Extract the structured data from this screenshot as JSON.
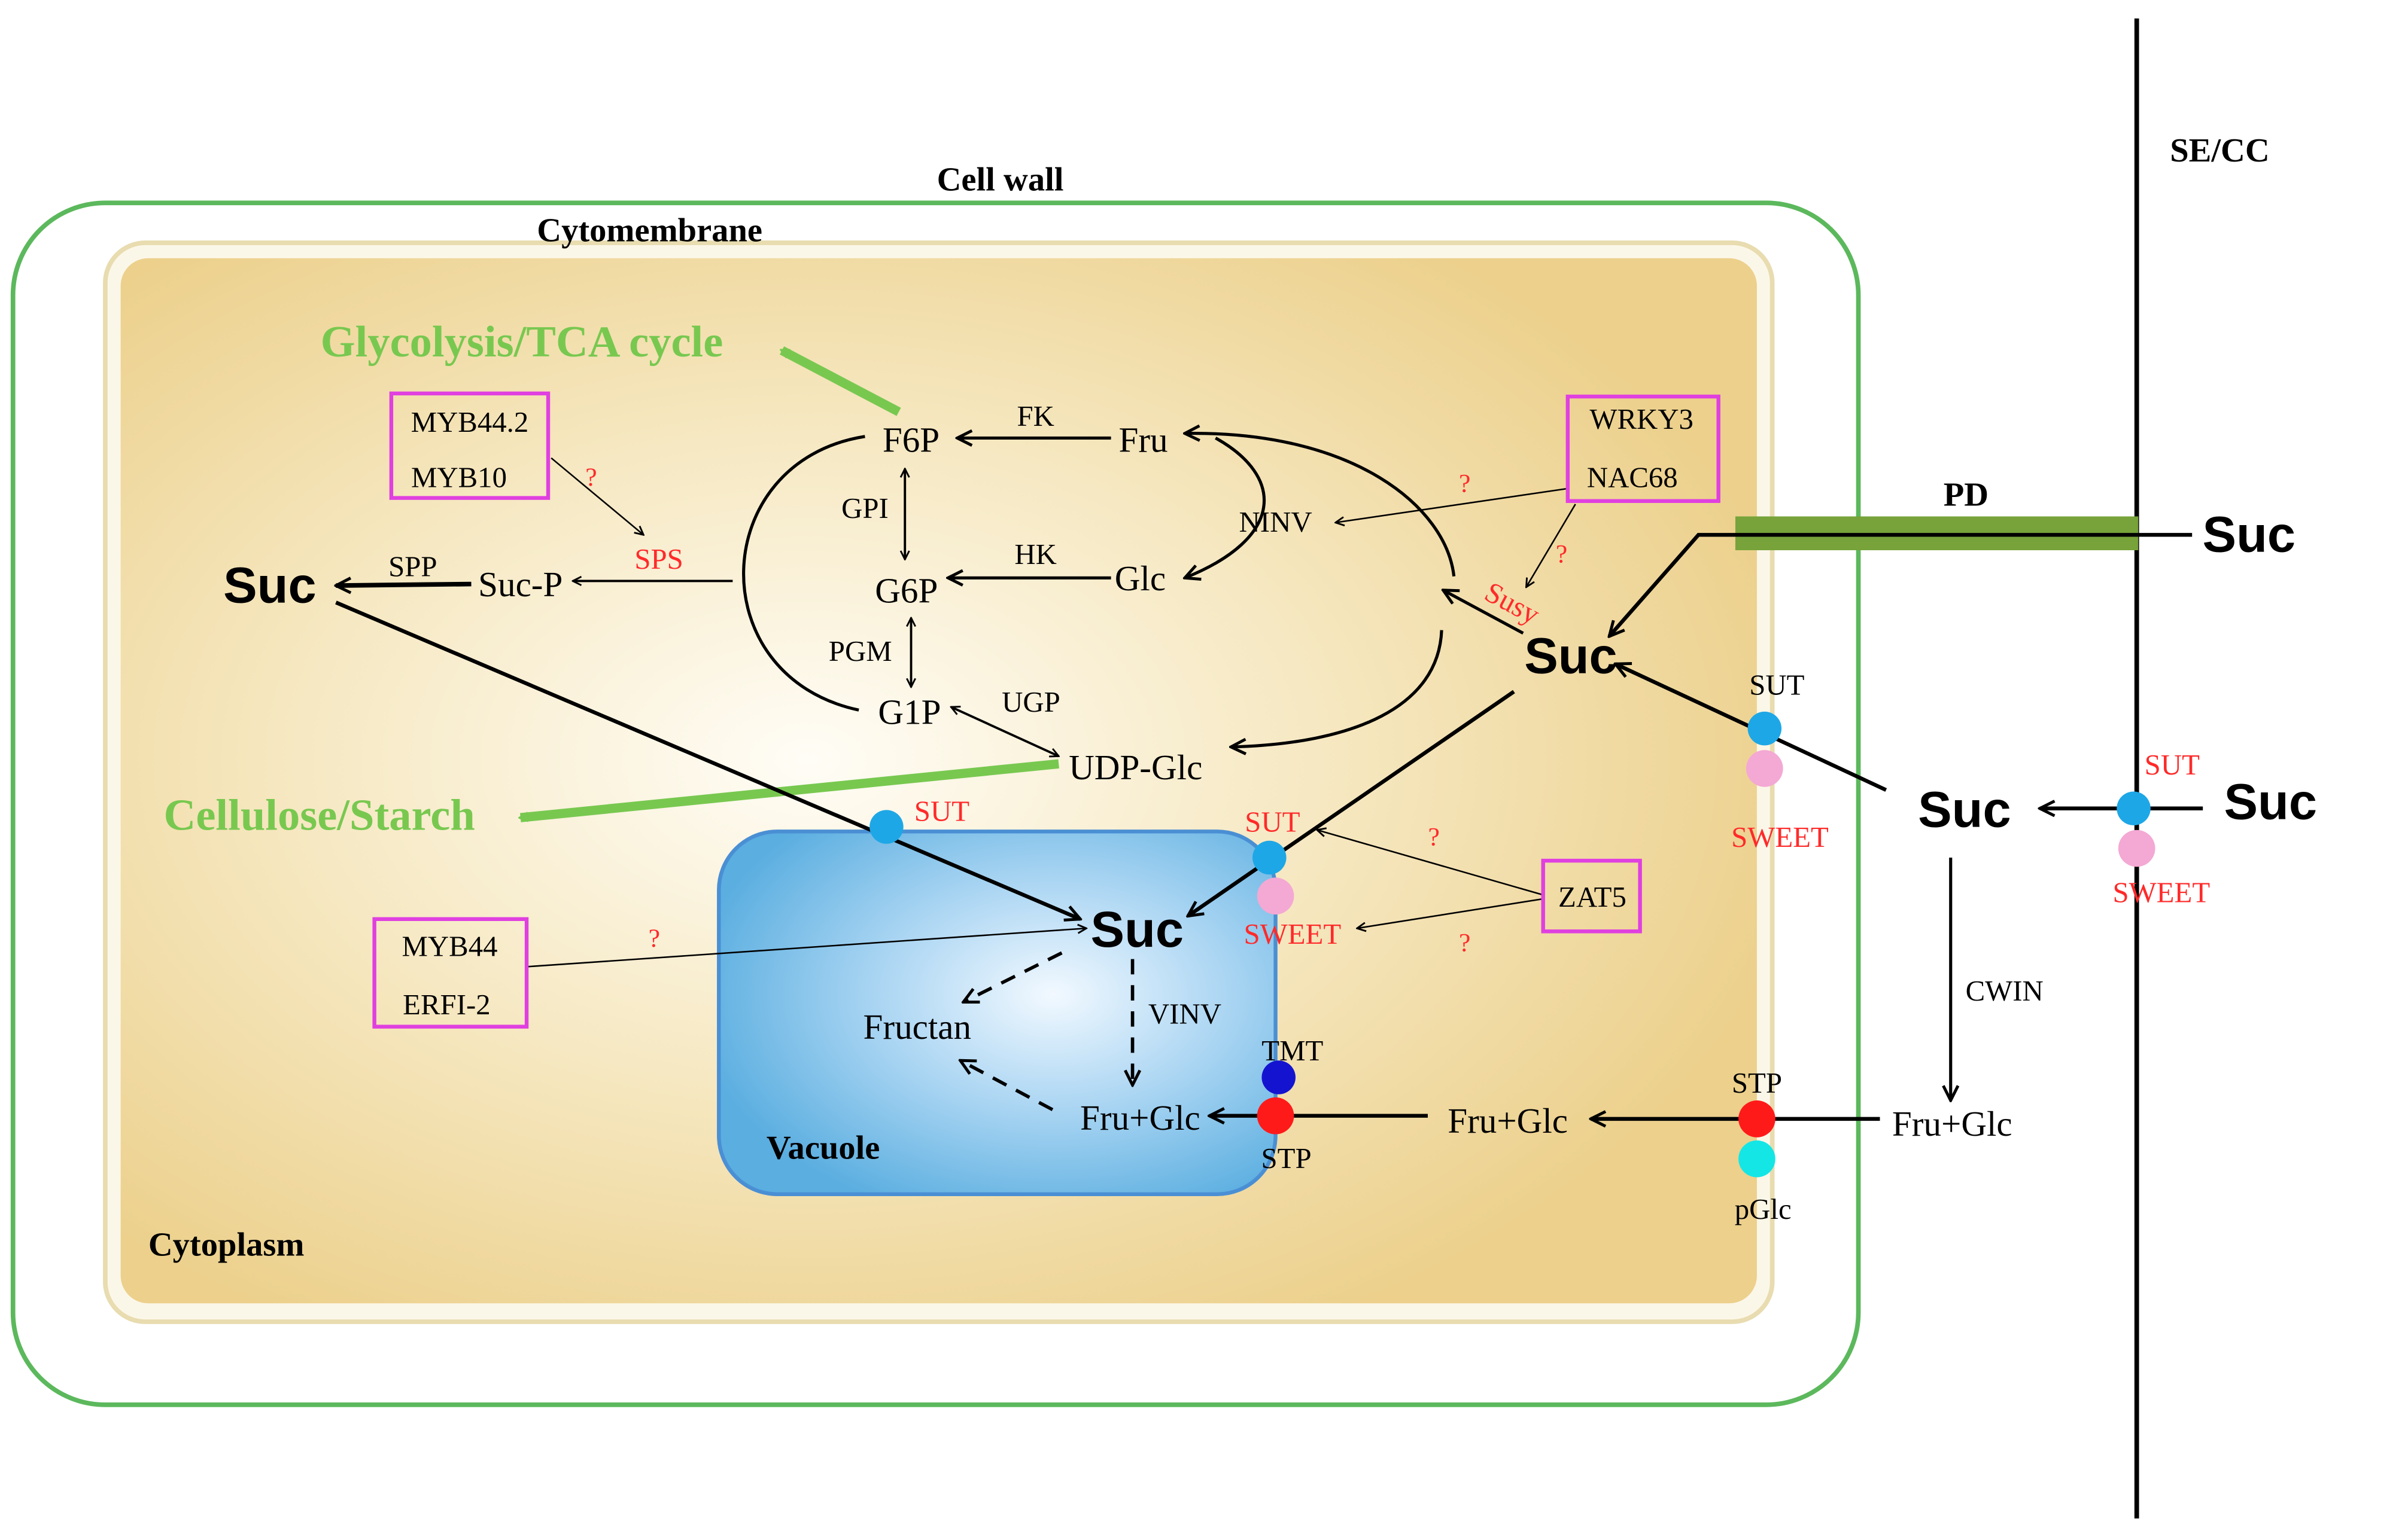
{
  "labels": {
    "cell_wall": "Cell wall",
    "cytomembrane": "Cytomembrane",
    "cytoplasm": "Cytoplasm",
    "vacuole": "Vacuole",
    "se_cc": "SE/CC",
    "pd": "PD",
    "glycolysis": "Glycolysis/TCA cycle",
    "cellulose": "Cellulose/Starch"
  },
  "metabolites": {
    "f6p": "F6P",
    "fru": "Fru",
    "g6p": "G6P",
    "glc": "Glc",
    "g1p": "G1P",
    "udp_glc": "UDP-Glc",
    "suc_p": "Suc-P",
    "suc": "Suc",
    "fructan": "Fructan",
    "fru_glc": "Fru+Glc"
  },
  "enzymes": {
    "fk": "FK",
    "hk": "HK",
    "gpi": "GPI",
    "pgm": "PGM",
    "ugp": "UGP",
    "spp": "SPP",
    "sps": "SPS",
    "ninv": "NINV",
    "susy": "Susy",
    "vinv": "VINV",
    "cwin": "CWIN"
  },
  "transporters": {
    "sut": "SUT",
    "sweet": "SWEET",
    "stp": "STP",
    "tmt": "TMT",
    "pglc": "pGlc"
  },
  "regulators": {
    "box1": [
      "MYB44.2",
      "MYB10"
    ],
    "box2": [
      "WRKY3",
      "NAC68"
    ],
    "box3": [
      "MYB44",
      "ERFI-2"
    ],
    "box4": [
      "ZAT5"
    ]
  },
  "unknown_mark": "?",
  "colors": {
    "cell_wall": "#5cb85c",
    "cytomembrane": "#e8dcb0",
    "cytoplasm": "#edd493",
    "vacuole": "#5aaee0",
    "vacuole_border": "#4a8fd4",
    "green_arrow": "#78c850",
    "pd_bar": "#77a33a",
    "regulator_box": "#e040e0",
    "red_text": "#ff2a2a",
    "sut": "#1ea7e6",
    "sweet": "#f4a8d4",
    "stp": "#ff1a1a",
    "tmt": "#1414d0",
    "pglc": "#14e6e6"
  }
}
